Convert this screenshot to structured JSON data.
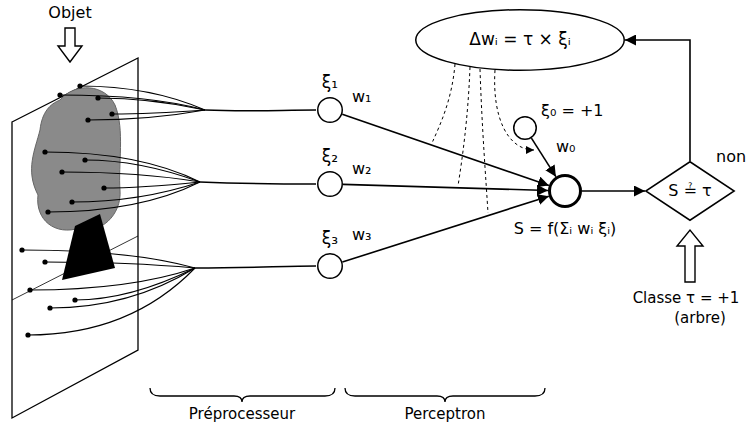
{
  "diagram": {
    "nodes": [
      {
        "text": [
          "ξ₁"
        ]
      },
      {
        "text": [
          "ξ₂"
        ]
      },
      {
        "text": [
          "ξ₃"
        ]
      },
      {
        "text": [
          "ξ₀ = +1"
        ]
      },
      {
        "text": [
          "S = f(Σᵢ wᵢ ξᵢ)"
        ]
      },
      {
        "text": [
          "S ≟ τ"
        ]
      },
      {
        "text": [
          "Δwᵢ = τ × ξᵢ"
        ]
      }
    ],
    "edges": [
      {
        "from": 0,
        "to": 4,
        "label": "w₁",
        "arrow": "to"
      },
      {
        "from": 1,
        "to": 4,
        "label": "w₂",
        "arrow": "to"
      },
      {
        "from": 2,
        "to": 4,
        "label": "w₃",
        "arrow": "to"
      },
      {
        "from": 3,
        "to": 4,
        "label": "w₀",
        "arrow": "to"
      },
      {
        "from": 4,
        "to": 5,
        "arrow": "to"
      },
      {
        "from": 5,
        "to": 6,
        "label": "non",
        "arrow": "to"
      }
    ],
    "labels": [
      "Objet",
      "Classe τ = +1",
      "(arbre)",
      "Préprocesseur",
      "Perceptron"
    ]
  }
}
